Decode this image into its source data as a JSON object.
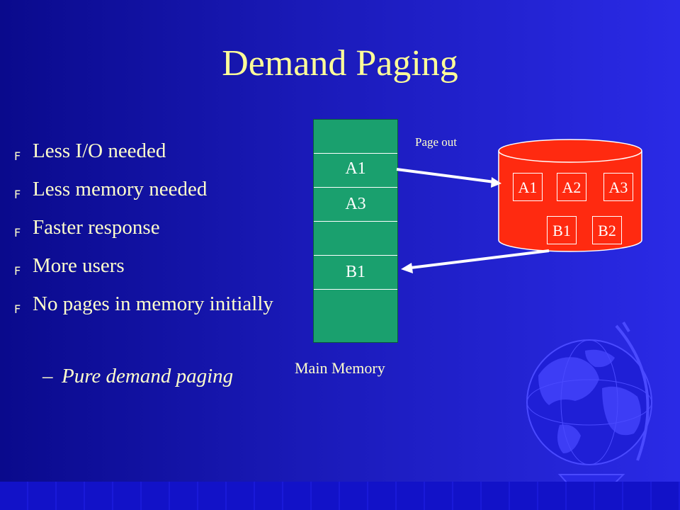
{
  "slide": {
    "title": "Demand Paging",
    "bullets": [
      "Less I/O needed",
      "Less memory needed",
      "Faster response",
      "More users",
      "No pages in memory initially"
    ],
    "bullet_marker": "F",
    "sub_bullet_dash": "–",
    "sub_bullet": "Pure demand paging"
  },
  "diagram": {
    "memory_label": "Main Memory",
    "memory_slots": [
      "",
      "A1",
      "A3",
      "",
      "B1",
      ""
    ],
    "page_out_label": "Page out",
    "disk_row1": [
      "A1",
      "A2",
      "A3"
    ],
    "disk_row2": [
      "B1",
      "B2"
    ]
  },
  "colors": {
    "background_left": "#0a0a8c",
    "background_right": "#2a2ae6",
    "title": "#ffff99",
    "memory": "#1aa06e",
    "disk": "#ff2a10",
    "arrow": "#ffffff"
  },
  "icons": [
    "globe-icon",
    "bullet-marker-icon"
  ]
}
